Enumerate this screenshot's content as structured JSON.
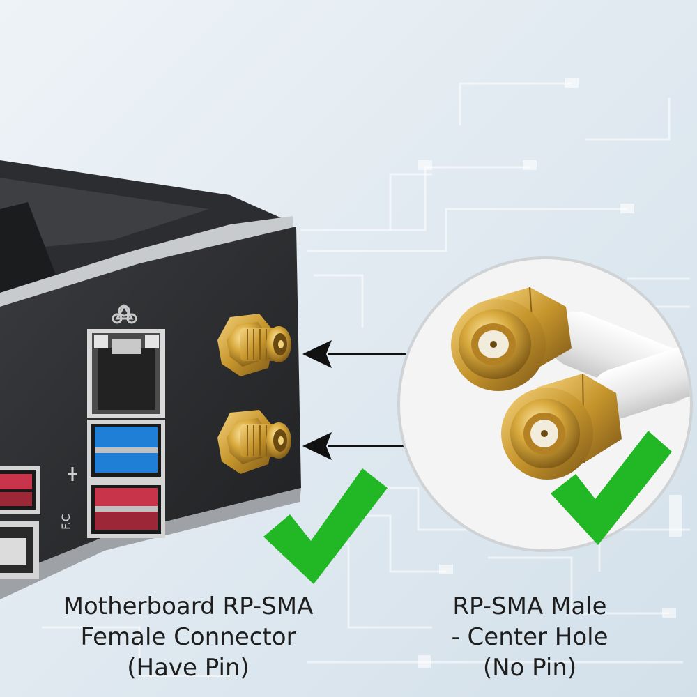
{
  "captions": {
    "left": {
      "line1": "Motherboard RP-SMA",
      "line2": "Female Connector",
      "line3": "(Have Pin)"
    },
    "right": {
      "line1": "RP-SMA Male",
      "line2": "- Center Hole",
      "line3": "(No Pin)"
    }
  },
  "colors": {
    "background": "#dfe8ef",
    "check": "#22b825",
    "brass": "#c99a2e",
    "panel": "#2a2b2d",
    "usb_blue": "#1f7fd6",
    "usb_red": "#c8354a"
  },
  "icons": [
    "checkmark-icon",
    "arrow-left-icon",
    "usb-icon",
    "network-icon"
  ]
}
